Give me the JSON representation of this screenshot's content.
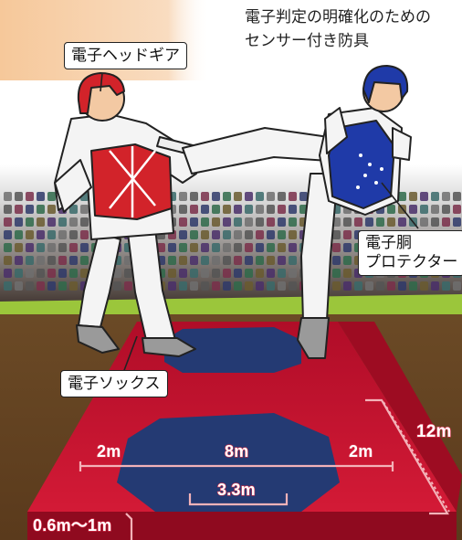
{
  "caption": {
    "line1": "電子判定の明確化のための",
    "line2": "センサー付き防具"
  },
  "labels": {
    "headgear": "電子ヘッドギア",
    "protector_line1": "電子胴",
    "protector_line2": "プロテクター",
    "socks": "電子ソックス"
  },
  "dimensions": {
    "left_margin": "2m",
    "center_width": "8m",
    "right_margin": "2m",
    "full_length": "12m",
    "center_gap": "3.3m",
    "platform_height": "0.6m〜1m"
  },
  "colors": {
    "arena_red": "#c8102e",
    "mat_blue": "#243a73",
    "blue_protector": "#1f3aa8",
    "red_protector": "#d2232a",
    "dimension_line": "#f3b2b8",
    "header_orange": "#f6c89a"
  }
}
